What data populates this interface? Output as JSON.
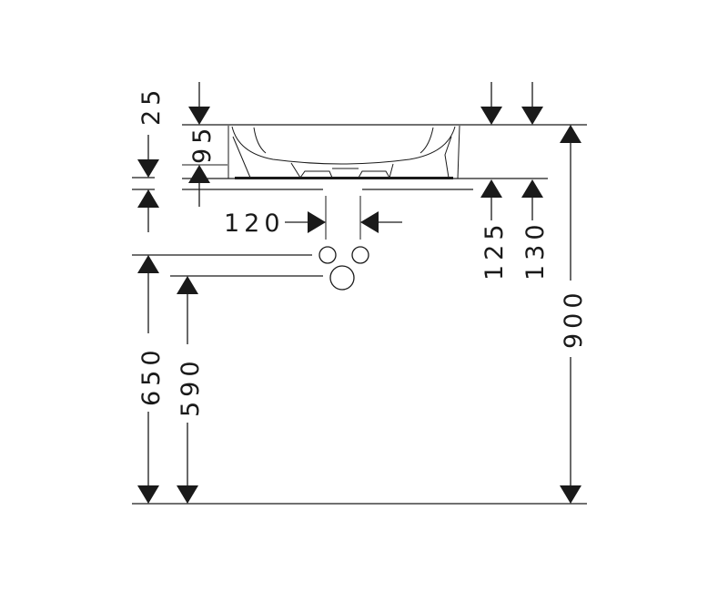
{
  "dimensions": {
    "d25": "25",
    "d95": "95",
    "d120": "120",
    "d125": "125",
    "d130": "130",
    "d900": "900",
    "d650": "650",
    "d590": "590"
  },
  "colors": {
    "line": "#1a1a1a",
    "background": "#ffffff"
  }
}
